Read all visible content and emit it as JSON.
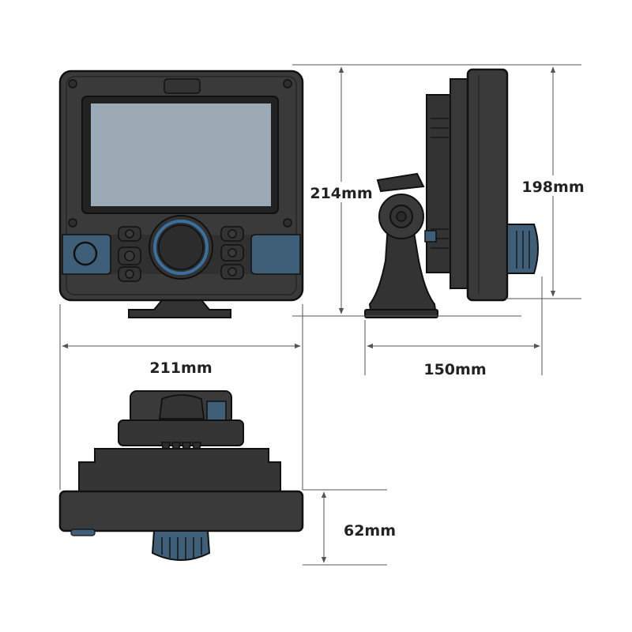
{
  "dimensions": {
    "height_total": "214mm",
    "height_display": "198mm",
    "width": "211mm",
    "depth": "150mm",
    "rear_depth": "62mm"
  },
  "colors": {
    "body": "#3a3a3a",
    "body_dark": "#2a2a2a",
    "outline": "#111111",
    "screen": "#9ba9b4",
    "accent": "#3f5f78",
    "accent_ring": "#3a6f9e",
    "dim_line": "#555555"
  },
  "icons": [
    "knob-icon",
    "button-icon",
    "bracket-icon"
  ]
}
